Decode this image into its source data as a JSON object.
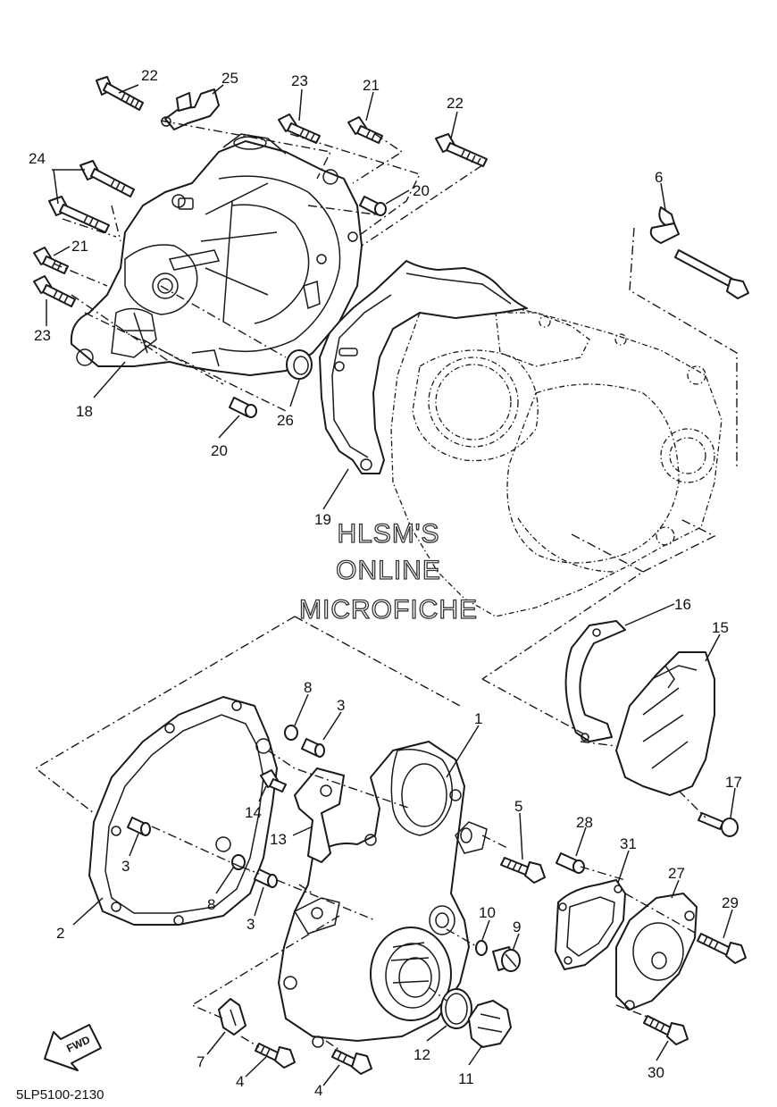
{
  "diagram_code": "5LP5100-2130",
  "watermark": [
    "HLSM'S",
    "ONLINE",
    "MICROFICHE"
  ],
  "fwd_label": "FWD",
  "callouts": [
    "1",
    "2",
    "3",
    "3",
    "3",
    "4",
    "4",
    "5",
    "6",
    "7",
    "8",
    "8",
    "9",
    "10",
    "11",
    "12",
    "13",
    "14",
    "15",
    "16",
    "17",
    "18",
    "19",
    "20",
    "20",
    "21",
    "21",
    "22",
    "22",
    "23",
    "23",
    "24",
    "25",
    "26",
    "27",
    "28",
    "29",
    "30",
    "31"
  ]
}
